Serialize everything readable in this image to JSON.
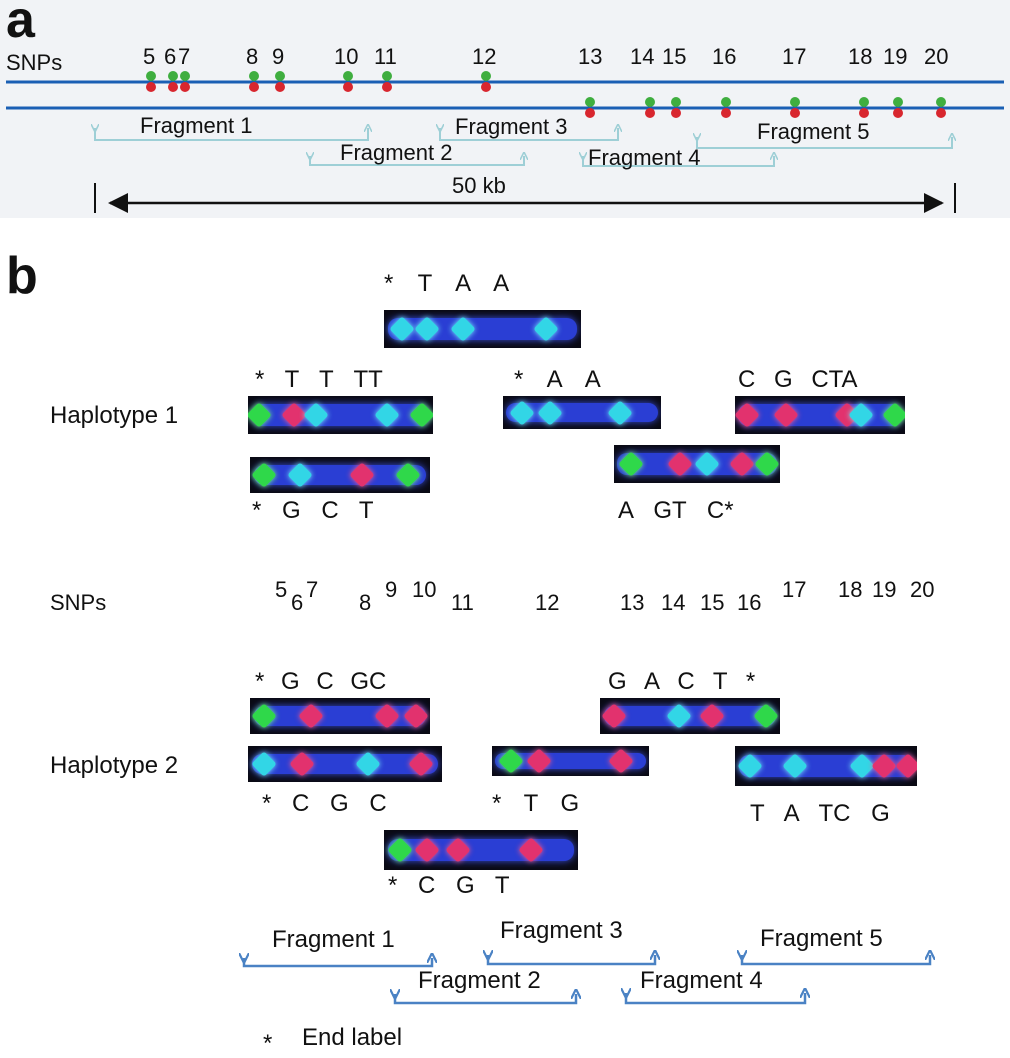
{
  "panel_a": {
    "label": "a",
    "snps_label": "SNPs",
    "snp_numbers": [
      "5",
      "6",
      "7",
      "8",
      "9",
      "10",
      "11",
      "12",
      "13",
      "14",
      "15",
      "16",
      "17",
      "18",
      "19",
      "20"
    ],
    "fragments": [
      "Fragment 1",
      "Fragment 2",
      "Fragment 3",
      "Fragment 4",
      "Fragment 5"
    ],
    "scale_label": "50 kb"
  },
  "panel_b": {
    "label": "b",
    "haplotype1_label": "Haplotype 1",
    "haplotype2_label": "Haplotype 2",
    "snps_label": "SNPs",
    "snp_numbers": [
      "5",
      "6",
      "7",
      "8",
      "9",
      "10",
      "11",
      "12",
      "13",
      "14",
      "15",
      "16",
      "17",
      "18",
      "19",
      "20"
    ],
    "molecule_labels": {
      "m1_top": "* T  A  A",
      "m2_top": "* T  T  TT",
      "m3_top": "* A  A",
      "m4_top": "C  G  CTA",
      "m5_bottom": "*  G  C  T",
      "m6_bottom": "A  GT  C*",
      "m7_top": "* G C  GC",
      "m8_top": "G  A C T  *",
      "m9_bottom": "* C  G  C",
      "m10_bottom": "*  T  G",
      "m11_bottom": "T  A  TC G",
      "m12_bottom": "* C  G  T"
    },
    "fragments": [
      "Fragment 1",
      "Fragment 2",
      "Fragment 3",
      "Fragment 4",
      "Fragment 5"
    ],
    "legend": {
      "symbol": "*",
      "text": "End label"
    }
  },
  "colors": {
    "line": "#1a5fb4",
    "light_arrow": "#9ecfd6",
    "fragment_arrow": "#4a82c4"
  }
}
